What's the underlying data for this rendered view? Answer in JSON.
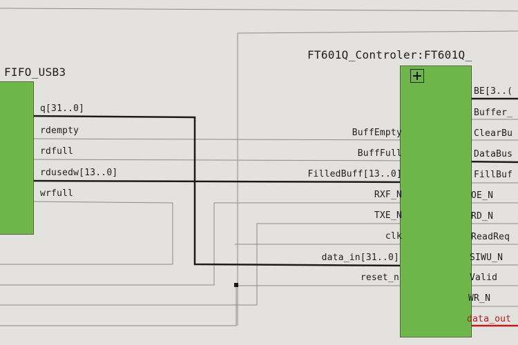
{
  "fifo": {
    "title": "FIFO_USB3",
    "ports": [
      "q[31..0]",
      "rdempty",
      "rdfull",
      "rdusedw[13..0]",
      "wrfull"
    ]
  },
  "controller": {
    "title": "FT601Q_Controler:FT601Q_",
    "inputs": [
      "BuffEmpty",
      "BuffFull",
      "FilledBuff[13..0]",
      "RXF_N",
      "TXE_N",
      "clk",
      "data_in[31..0]",
      "reset_n"
    ],
    "outputs": [
      "BE[3..(",
      "Buffer_",
      "ClearBu",
      "DataBus",
      "FillBuf",
      "OE_N",
      "RD_N",
      "ReadReq",
      "SIWU_N",
      "Valid",
      "WR_N",
      "data_out"
    ],
    "expand_icon": "plus-box-icon"
  },
  "colors": {
    "block_fill": "#6fb64a",
    "background": "#e4e2df",
    "wire": "#1a1a1a",
    "highlight_wire": "#c01a1a"
  }
}
